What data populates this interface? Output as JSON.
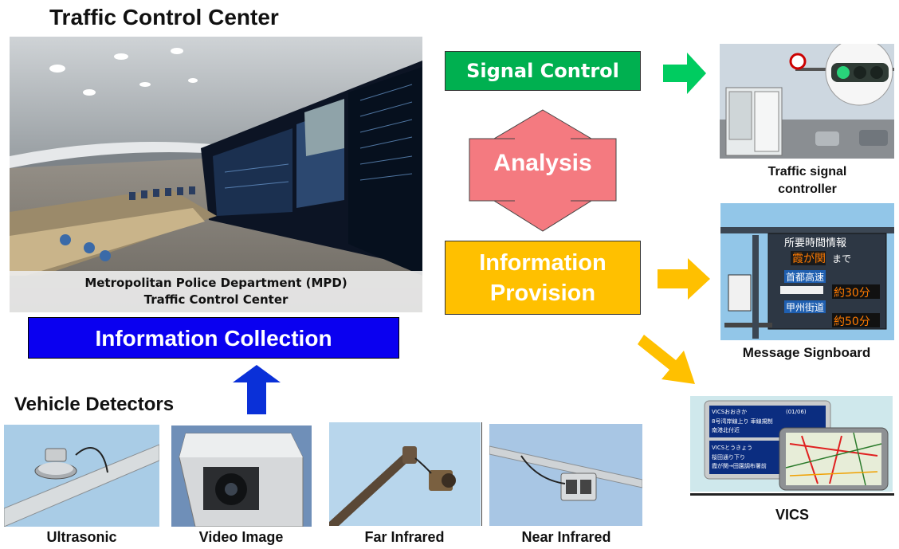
{
  "title": "Traffic Control Center",
  "center_caption": {
    "line1": "Metropolitan Police Department (MPD)",
    "line2": "Traffic Control Center"
  },
  "information_collection": "Information Collection",
  "signal_control": "Signal Control",
  "analysis": "Analysis",
  "information_provision": {
    "line1": "Information",
    "line2": "Provision"
  },
  "outputs": {
    "traffic_signal": {
      "line1": "Traffic signal",
      "line2": "controller"
    },
    "message_signboard": "Message Signboard",
    "vics": "VICS"
  },
  "vehicle_detectors": {
    "title": "Vehicle Detectors",
    "items": [
      "Ultrasonic",
      "Video Image",
      "Far Infrared",
      "Near Infrared"
    ]
  },
  "signboard": {
    "header": "所要時間情報",
    "dest": "霞が関",
    "made": "まで",
    "route1": "首都高速",
    "time1": "約30分",
    "route2": "甲州街道",
    "time2": "約50分"
  },
  "vics_screen": {
    "p1_title": "VICSおおきか",
    "p1_meta": "(01/06)",
    "p1_line1": "8号湾岸線上り  車線規制",
    "p1_line2": "南港北付近",
    "p2_title": "VICSとうきょう",
    "p2_line1": "桜田通り下り",
    "p2_line2": "霞が関→田園調布署前"
  },
  "colors": {
    "info_collection_bg": "#0a00f0",
    "signal_control_bg": "#00b050",
    "analysis_arrow": "#f47a80",
    "info_provision_bg": "#ffc000",
    "green_arrow": "#00cc60",
    "yellow_arrow": "#ffc000",
    "blue_arrow": "#0a30d8"
  }
}
